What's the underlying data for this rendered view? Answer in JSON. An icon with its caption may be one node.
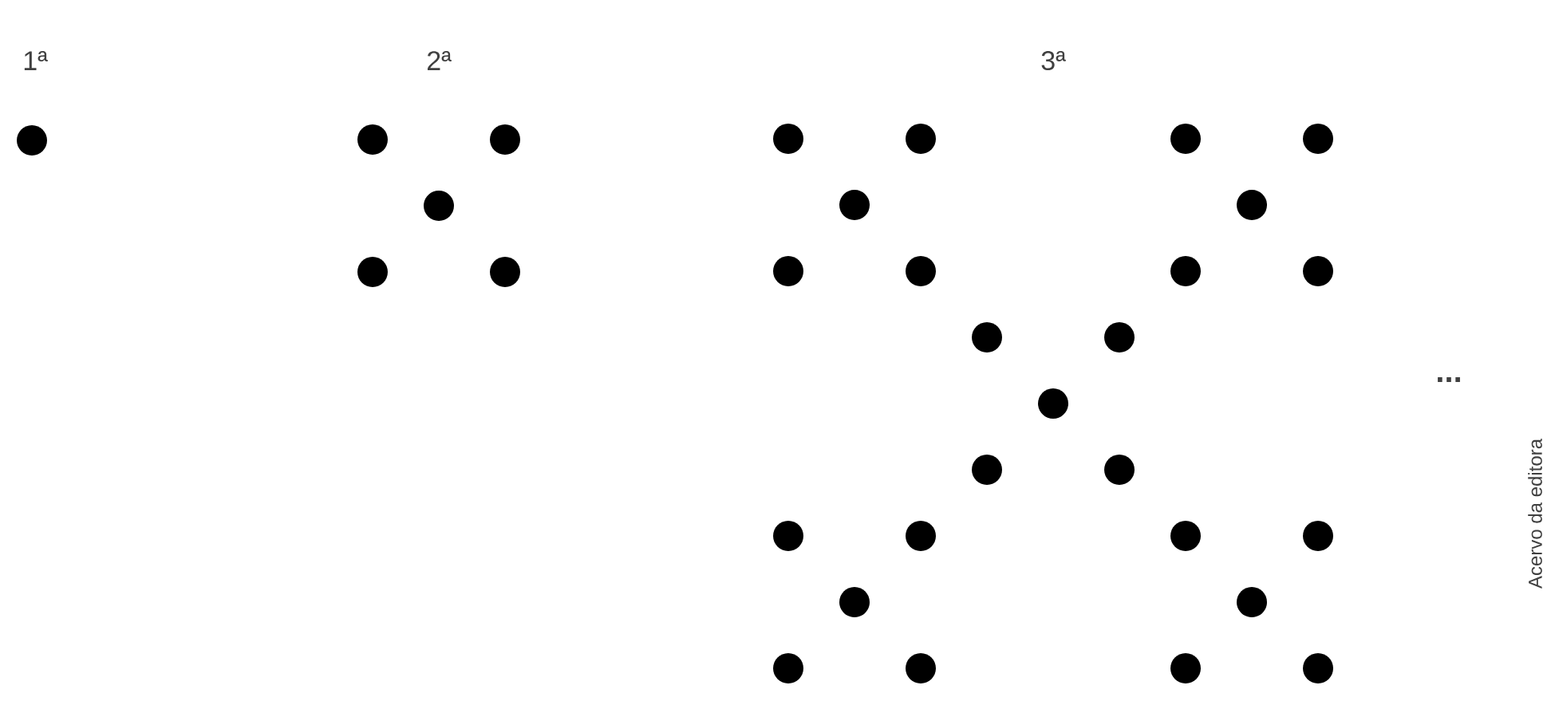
{
  "diagram": {
    "labels": [
      "1ª",
      "2ª",
      "3ª",
      "...",
      "Acervo da editora"
    ]
  }
}
